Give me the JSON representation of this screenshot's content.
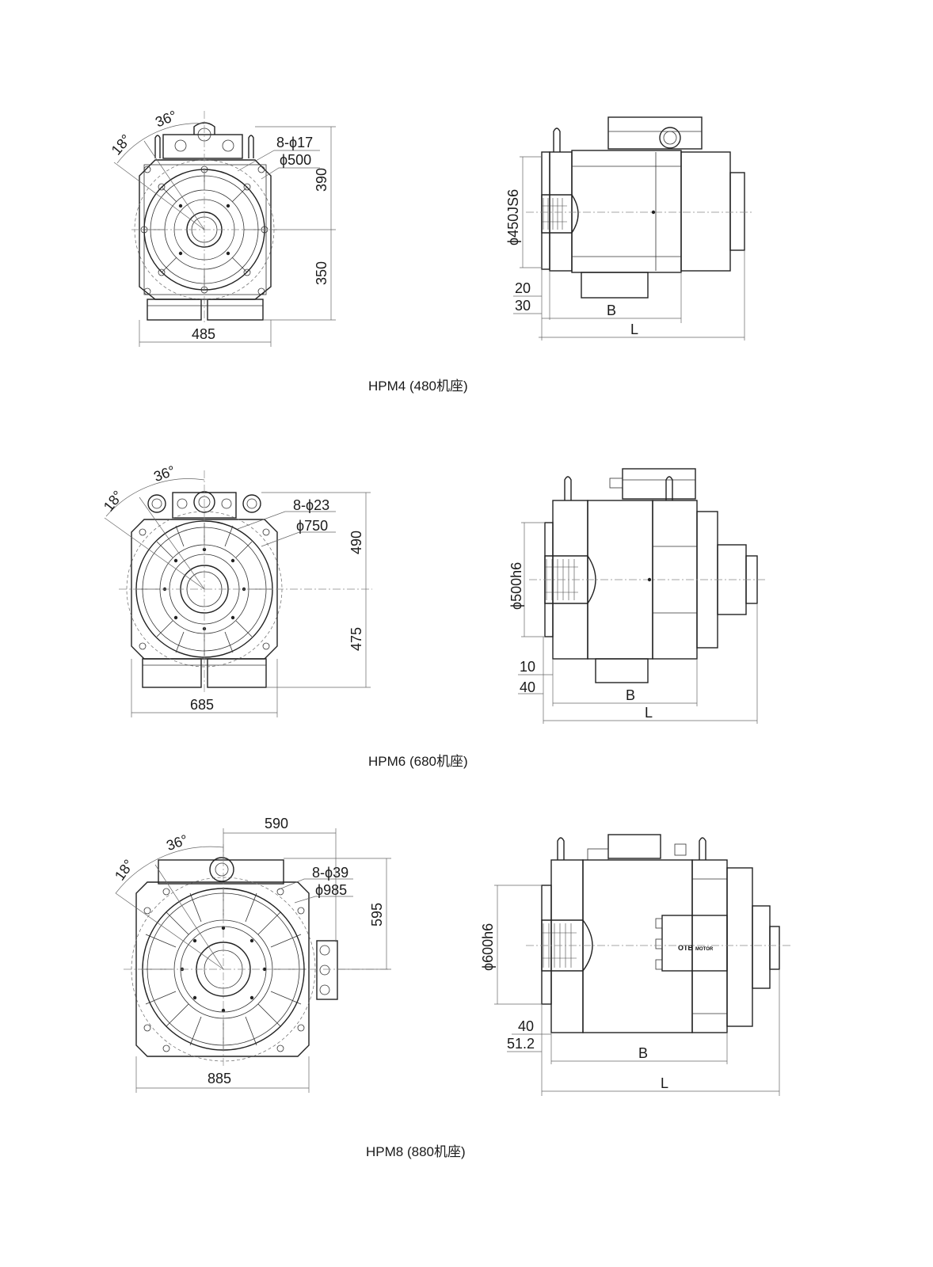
{
  "drawings": [
    {
      "caption": "HPM4 (480机座)",
      "front": {
        "angle_outer": "36°",
        "angle_inner": "18°",
        "holes": "8-ϕ17",
        "bolt_circle": "ϕ500",
        "height_top": "390",
        "height_bottom": "350",
        "width": "485"
      },
      "side": {
        "spigot": "ϕ450JS6",
        "dim_a": "20",
        "dim_b": "30",
        "len_b": "B",
        "len_l": "L"
      }
    },
    {
      "caption": "HPM6 (680机座)",
      "front": {
        "angle_outer": "36°",
        "angle_inner": "18°",
        "holes": "8-ϕ23",
        "bolt_circle": "ϕ750",
        "height_top": "490",
        "height_bottom": "475",
        "width": "685"
      },
      "side": {
        "spigot": "ϕ500h6",
        "dim_a": "10",
        "dim_b": "40",
        "len_b": "B",
        "len_l": "L"
      }
    },
    {
      "caption": "HPM8 (880机座)",
      "front": {
        "angle_outer": "36°",
        "angle_inner": "18°",
        "holes": "8-ϕ39",
        "bolt_circle": "ϕ985",
        "height_top": "595",
        "offset_top": "590",
        "width": "885"
      },
      "side": {
        "spigot": "ϕ600h6",
        "dim_a": "40",
        "dim_b": "51.2",
        "len_b": "B",
        "len_l": "L",
        "logo_main": "OTB",
        "logo_sub": "MOTOR"
      }
    }
  ]
}
